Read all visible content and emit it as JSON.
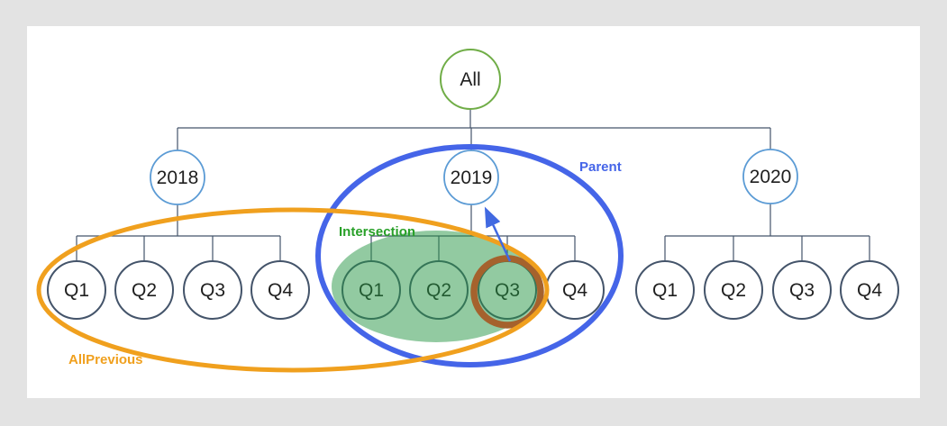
{
  "diagram": {
    "root": {
      "label": "All"
    },
    "years": [
      {
        "label": "2018",
        "quarters": [
          "Q1",
          "Q2",
          "Q3",
          "Q4"
        ]
      },
      {
        "label": "2019",
        "quarters": [
          "Q1",
          "Q2",
          "Q3",
          "Q4"
        ]
      },
      {
        "label": "2020",
        "quarters": [
          "Q1",
          "Q2",
          "Q3",
          "Q4"
        ]
      }
    ]
  },
  "annotations": {
    "allprevious_label": "AllPrevious",
    "parent_label": "Parent",
    "intersection_label": "Intersection",
    "selected_quarter": "Q3"
  },
  "colors": {
    "background": "#e3e3e3",
    "page": "#ffffff",
    "tree_line": "#44546a",
    "root_circle": "#70ad47",
    "year_circle": "#5b9bd5",
    "quarter_circle": "#44546a",
    "allprevious": "#f0a01e",
    "parent": "#4565e8",
    "intersection_fill": "#259643",
    "intersection_text": "#28a028",
    "selected_ring": "#a5622d",
    "arrow": "#4169e1"
  }
}
